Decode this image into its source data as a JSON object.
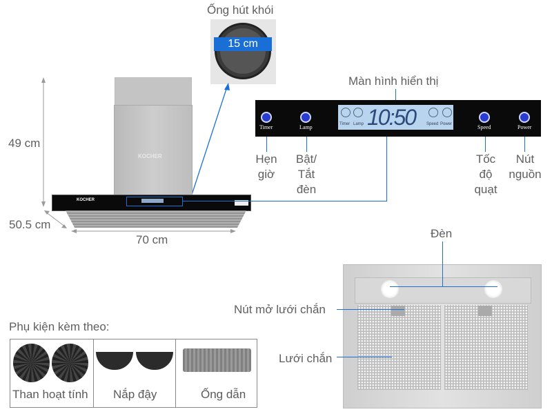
{
  "labels": {
    "duct": "Ống hút khói",
    "duct_size": "15 cm",
    "display": "Màn hình hiển thị",
    "timer": [
      "Hẹn",
      "giờ"
    ],
    "lamp": [
      "Bật/",
      "Tắt",
      "đèn"
    ],
    "speed": [
      "Tốc",
      "độ",
      "quạt"
    ],
    "power": [
      "Nút",
      "nguồn"
    ],
    "height": "49 cm",
    "depth": "50.5 cm",
    "width": "70 cm",
    "light": "Đèn",
    "filter_release": "Nút mở lưới chắn",
    "filter": "Lưới chắn"
  },
  "panel": {
    "brand": "KOCHER",
    "time": "10:50",
    "buttons": [
      "Timer",
      "Lamp",
      "Speed",
      "Power"
    ],
    "lcd_icons": [
      "Timer",
      "Lamp",
      "Speed",
      "Power"
    ]
  },
  "accessories": {
    "title": "Phụ kiện kèm theo:",
    "items": [
      {
        "name": "Than hoạt tính",
        "icon": "carbon-filter-icon"
      },
      {
        "name": "Nắp đậy",
        "icon": "cover-cap-icon"
      },
      {
        "name": "Ống dẫn",
        "icon": "duct-hose-icon"
      }
    ]
  },
  "colors": {
    "accent": "#1a6fd6",
    "panel": "#0a0a0a",
    "lcd": "#b9d4ee"
  }
}
